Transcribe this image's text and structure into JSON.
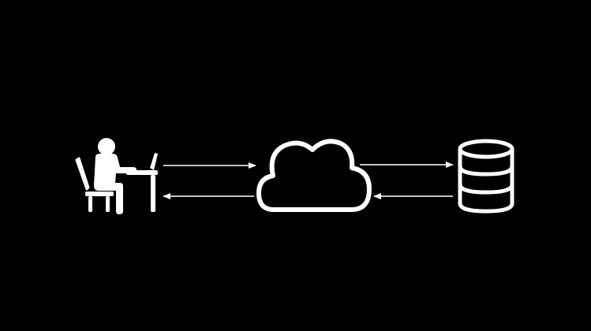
{
  "colors": {
    "background": "#000000",
    "foreground": "#ffffff"
  },
  "nodes": [
    {
      "id": "user",
      "icon": "person-at-desk-icon"
    },
    {
      "id": "cloud",
      "icon": "cloud-icon"
    },
    {
      "id": "database",
      "icon": "database-icon"
    }
  ],
  "edges": [
    {
      "from": "user",
      "to": "cloud"
    },
    {
      "from": "cloud",
      "to": "user"
    },
    {
      "from": "cloud",
      "to": "database"
    },
    {
      "from": "database",
      "to": "cloud"
    }
  ]
}
